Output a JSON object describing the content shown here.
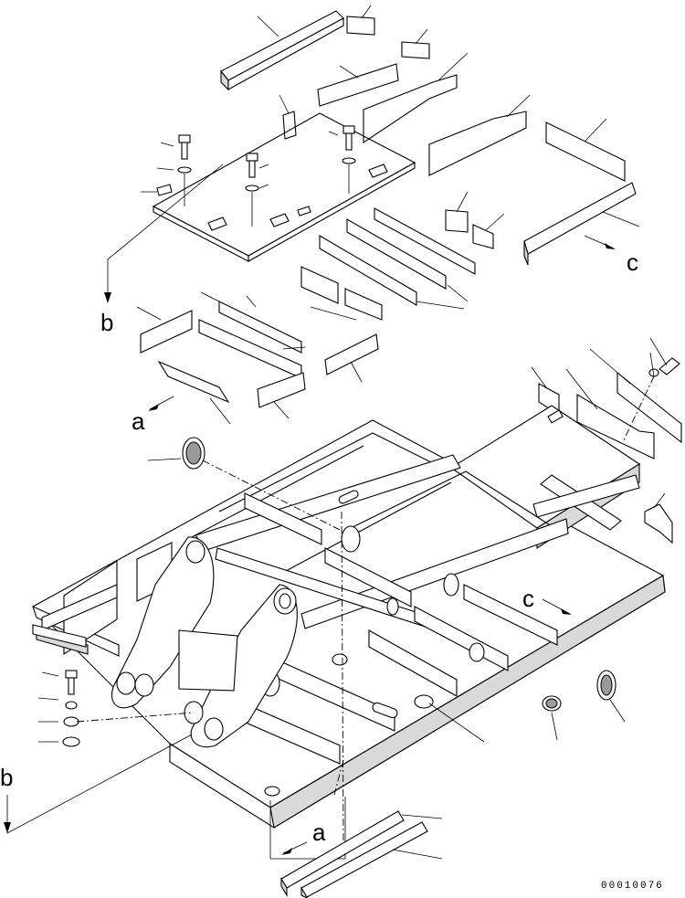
{
  "labels": {
    "a": "a",
    "b": "b",
    "c": "c"
  },
  "drawing_number": "00010076"
}
